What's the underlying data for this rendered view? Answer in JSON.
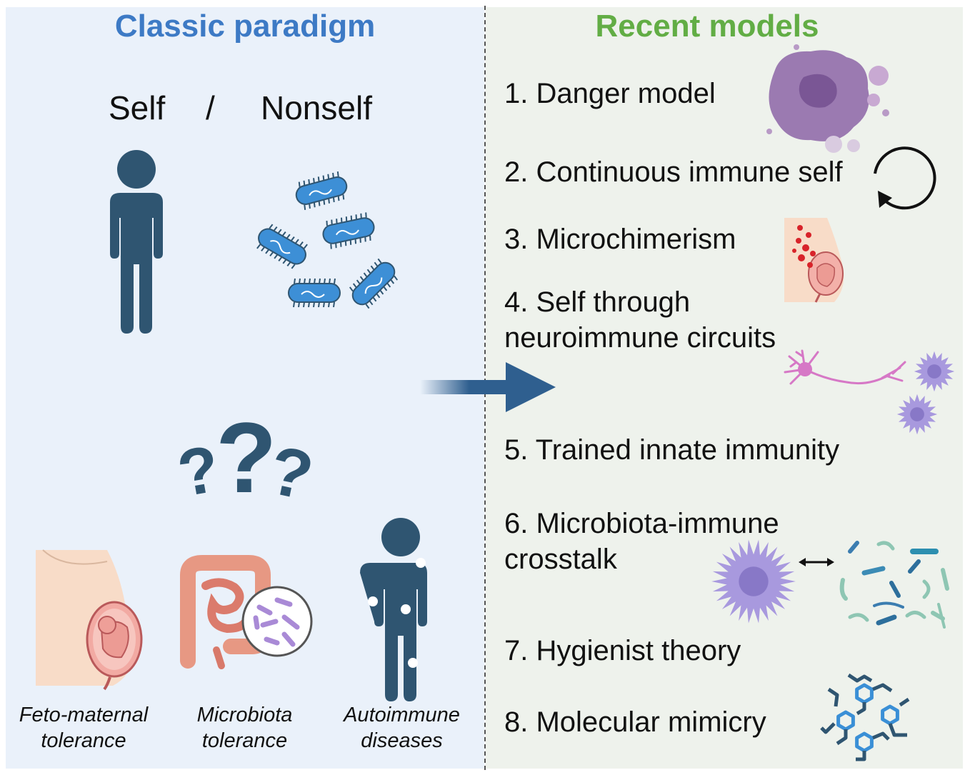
{
  "left": {
    "title": "Classic paradigm",
    "self_label": "Self",
    "slash": "/",
    "nonself_label": "Nonself",
    "question_marks": [
      "?",
      "?",
      "?"
    ],
    "examples": [
      {
        "line1": "Feto-maternal",
        "line2": "tolerance"
      },
      {
        "line1": "Microbiota",
        "line2": "tolerance"
      },
      {
        "line1": "Autoimmune",
        "line2": "diseases"
      }
    ]
  },
  "right": {
    "title": "Recent models",
    "models": [
      {
        "text": "1.  Danger model"
      },
      {
        "text": "2. Continuous immune self"
      },
      {
        "text": "3. Microchimerism"
      },
      {
        "line1": "4. Self through",
        "line2": "neuroimmune circuits"
      },
      {
        "text": "5. Trained innate immunity"
      },
      {
        "line1": "6. Microbiota-immune",
        "line2": "crosstalk"
      },
      {
        "text": "7. Hygienist theory"
      },
      {
        "text": "8. Molecular mimicry"
      }
    ]
  },
  "colors": {
    "left_bg": "#eaf1fa",
    "right_bg": "#eef2ec",
    "left_title": "#3d7ac5",
    "right_title": "#62ad45",
    "human": "#2f5571",
    "bacteria": "#3d8fd6",
    "arrow": "#2f5f8f",
    "immune_cell": "#a899de"
  },
  "icons": [
    "human-figure-icon",
    "bacteria-icon",
    "question-mark-icon",
    "pregnancy-icon",
    "intestine-icon",
    "autoimmune-human-icon",
    "dying-cell-icon",
    "cycle-arrow-icon",
    "fetus-icon",
    "neuron-icon",
    "immune-cell-icon",
    "double-arrow-icon",
    "microbes-icon",
    "molecule-icon",
    "transition-arrow-icon"
  ]
}
